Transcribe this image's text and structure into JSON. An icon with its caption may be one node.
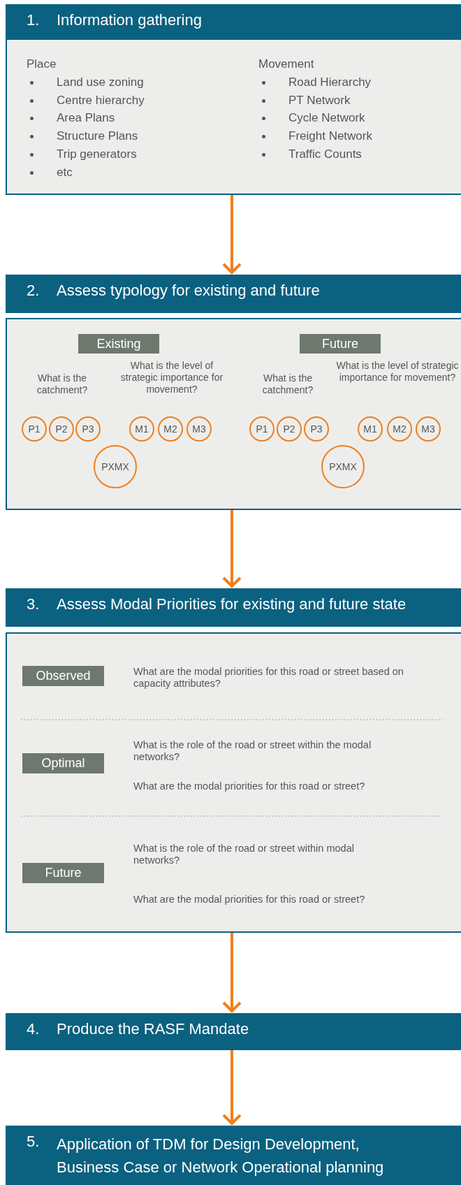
{
  "diagram": {
    "nodes": [
      {
        "text": [
          "1.",
          "Information gathering"
        ]
      },
      {
        "text": [
          "Place",
          "Land use zoning",
          "Centre hierarchy",
          "Area Plans",
          "Structure Plans",
          "Trip generators",
          "etc",
          "Movement",
          "Road Hierarchy",
          "PT Network",
          "Cycle Network",
          "Freight Network",
          "Traffic Counts"
        ]
      },
      {
        "text": [
          "2.",
          "Assess typology for existing and future"
        ]
      },
      {
        "text": [
          "What is the catchment?",
          "What is the level of strategic importance for movement?",
          "What is the catchment?",
          "What is the level of strategic importance for movement?"
        ]
      },
      {
        "text": [
          "Existing"
        ],
        "in": 3
      },
      {
        "text": [
          "Future"
        ],
        "in": 3
      },
      {
        "text": [
          "P1"
        ],
        "in": 3
      },
      {
        "text": [
          "P2"
        ],
        "in": 3
      },
      {
        "text": [
          "P3"
        ],
        "in": 3
      },
      {
        "text": [
          "M1"
        ],
        "in": 3
      },
      {
        "text": [
          "M2"
        ],
        "in": 3
      },
      {
        "text": [
          "M3"
        ],
        "in": 3
      },
      {
        "text": [
          "PXMX"
        ],
        "in": 3
      },
      {
        "text": [
          "P1"
        ],
        "in": 3
      },
      {
        "text": [
          "P2"
        ],
        "in": 3
      },
      {
        "text": [
          "P3"
        ],
        "in": 3
      },
      {
        "text": [
          "M1"
        ],
        "in": 3
      },
      {
        "text": [
          "M2"
        ],
        "in": 3
      },
      {
        "text": [
          "M3"
        ],
        "in": 3
      },
      {
        "text": [
          "PXMX"
        ],
        "in": 3
      },
      {
        "text": [
          "3.",
          "Assess Modal Priorities for existing and future state"
        ]
      },
      {
        "text": [
          "What are the modal priorities for this road or street based on capacity attributes?",
          "What is the role of the road or street within the modal networks?",
          "What are the modal priorities for this road or street?",
          "What is the role of the road or street within modal networks?",
          "What are the modal priorities for this road or street?"
        ]
      },
      {
        "text": [
          "Observed"
        ],
        "in": 21
      },
      {
        "text": [
          "Optimal"
        ],
        "in": 21
      },
      {
        "text": [
          "Future"
        ],
        "in": 21
      },
      {
        "text": [
          "4.",
          "Produce the RASF Mandate"
        ]
      },
      {
        "text": [
          "5.",
          "Application of TDM for Design Development, Business Case or Network Operational planning"
        ]
      }
    ],
    "edges": [
      {
        "from": 1,
        "to": 2,
        "arrow": "to"
      },
      {
        "from": 3,
        "to": 20,
        "arrow": "to"
      },
      {
        "from": 21,
        "to": 25,
        "arrow": "to"
      },
      {
        "from": 25,
        "to": 26,
        "arrow": "to"
      }
    ]
  }
}
